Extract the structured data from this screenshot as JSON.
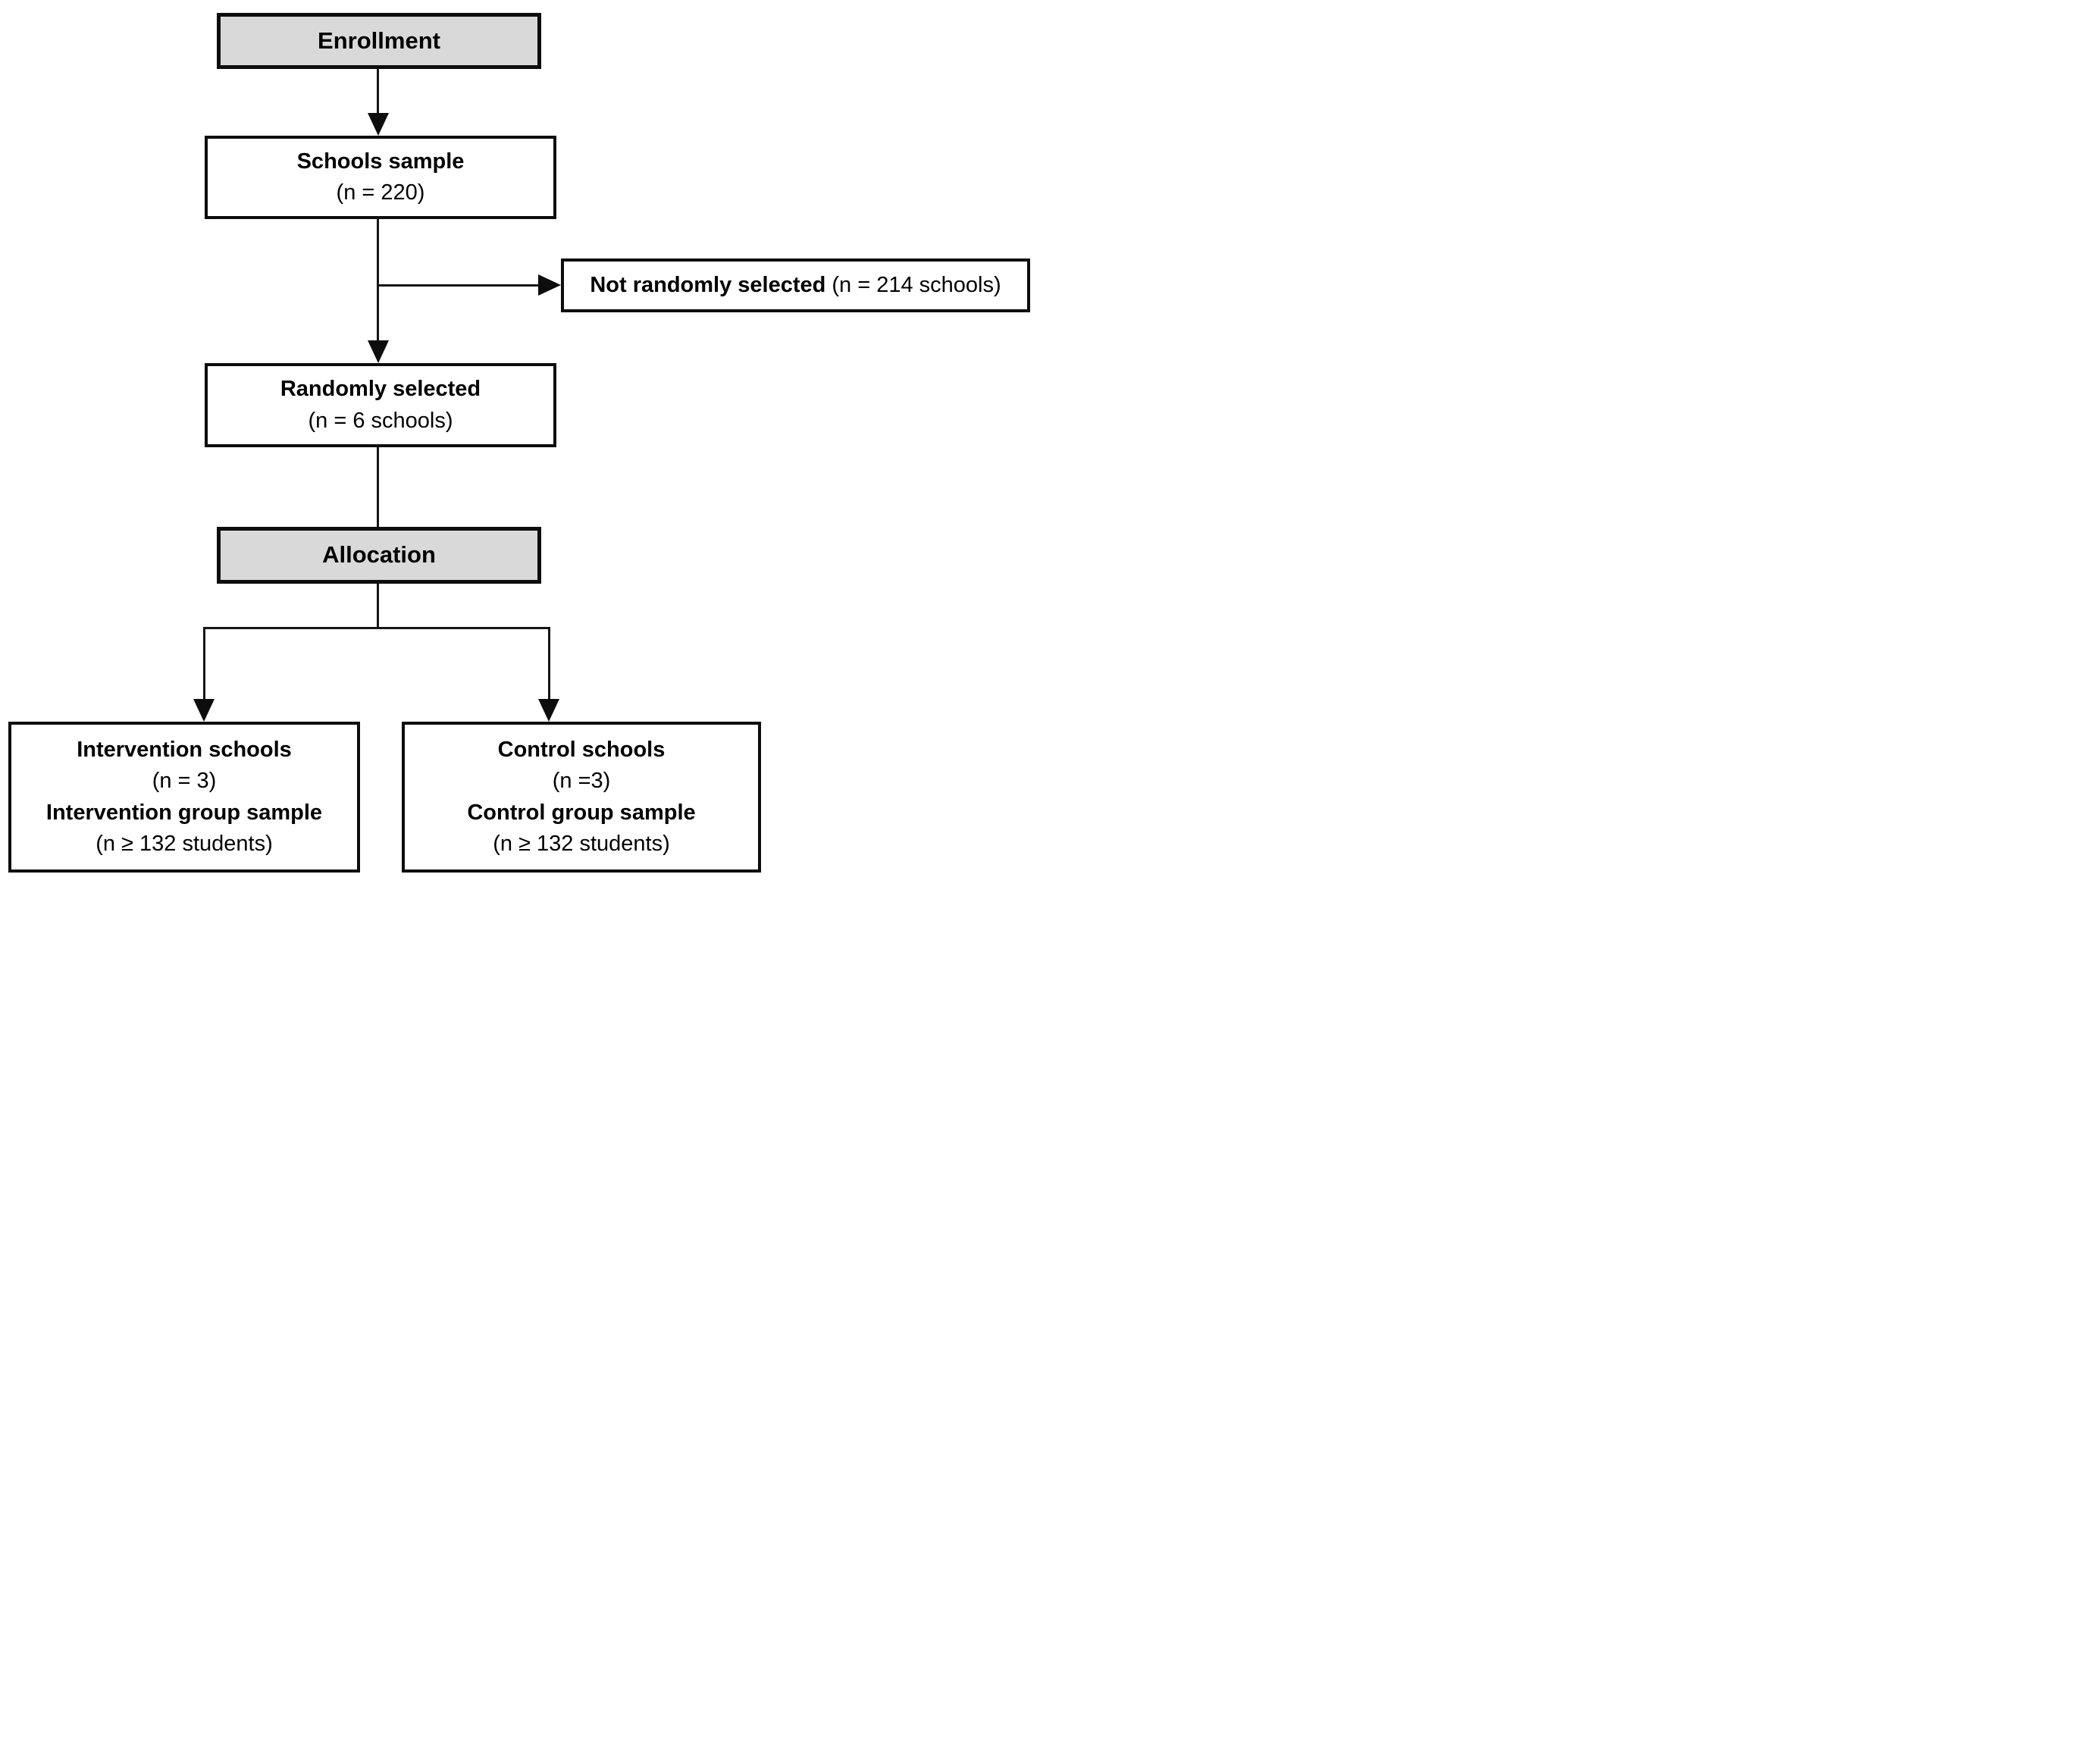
{
  "diagram": {
    "kind": "study-flow-diagram",
    "phases": {
      "enrollment": {
        "label": "Enrollment"
      },
      "allocation": {
        "label": "Allocation"
      }
    },
    "boxes": {
      "schools_sample": {
        "title": "Schools sample",
        "value": "(n = 220)"
      },
      "not_randomly_selected": {
        "title": "Not randomly selected",
        "value": "(n = 214 schools)"
      },
      "randomly_selected": {
        "title": "Randomly selected",
        "value": "(n = 6 schools)"
      },
      "intervention": {
        "title": "Intervention schools",
        "value": "(n = 3)",
        "subtitle": "Intervention group sample",
        "subvalue": "(n ≥ 132 students)"
      },
      "control": {
        "title": "Control schools",
        "value": "(n =3)",
        "subtitle": "Control group sample",
        "subvalue": "(n ≥ 132 students)"
      }
    },
    "colors": {
      "phase_fill": "#d9d9d9",
      "box_fill": "#ffffff",
      "border": "#000000",
      "background": "#ffffff"
    }
  }
}
